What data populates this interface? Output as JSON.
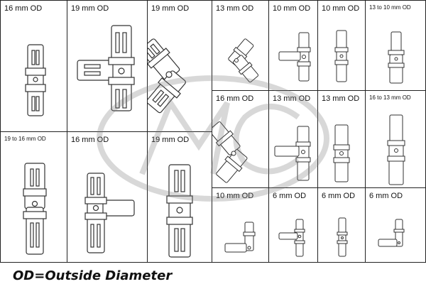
{
  "cells": [
    {
      "label": "16 mm OD"
    },
    {
      "label": "19 mm OD"
    },
    {
      "label": "19 mm OD"
    },
    {
      "label": "13 mm OD"
    },
    {
      "label": "10 mm OD"
    },
    {
      "label": "10 mm OD"
    },
    {
      "label": "13 to 10 mm OD"
    },
    {
      "label": "16 mm OD"
    },
    {
      "label": "13 mm OD"
    },
    {
      "label": "13 mm OD"
    },
    {
      "label": "16 to 13 mm OD"
    },
    {
      "label": "19 to 16 mm OD"
    },
    {
      "label": "16 mm OD"
    },
    {
      "label": "19 mm OD"
    },
    {
      "label": "10 mm OD"
    },
    {
      "label": "6 mm OD"
    },
    {
      "label": "6 mm OD"
    },
    {
      "label": "6 mm OD"
    }
  ],
  "footer": {
    "text": "OD=Outside Diameter"
  },
  "watermark": {
    "icon": "mc-logo-icon",
    "color": "#888888"
  }
}
